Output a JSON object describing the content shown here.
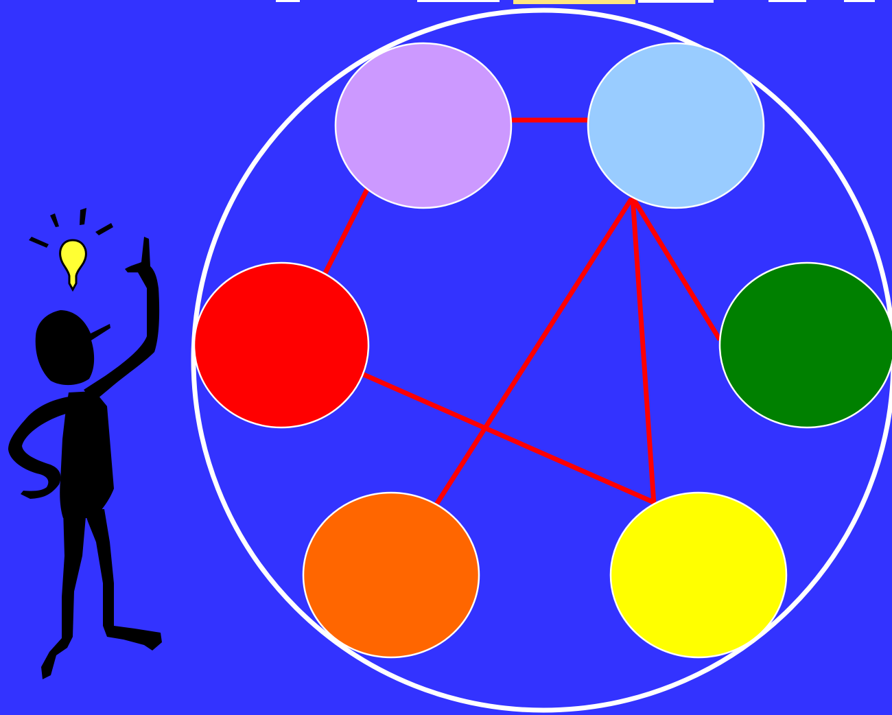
{
  "diagram": {
    "background_color": "#3333ff",
    "outer_ring_color": "#ffffff",
    "connector_color": "#ff0000",
    "nodes": [
      {
        "id": "lavender",
        "color": "#cc99ff"
      },
      {
        "id": "light-blue",
        "color": "#99ccff"
      },
      {
        "id": "red",
        "color": "#ff0000"
      },
      {
        "id": "green",
        "color": "#008000"
      },
      {
        "id": "orange",
        "color": "#ff6600"
      },
      {
        "id": "yellow",
        "color": "#ffff00"
      }
    ],
    "connections": [
      {
        "from": "lavender",
        "to": "light-blue"
      },
      {
        "from": "lavender",
        "to": "red"
      },
      {
        "from": "light-blue",
        "to": "green"
      },
      {
        "from": "light-blue",
        "to": "orange"
      },
      {
        "from": "light-blue",
        "to": "yellow"
      },
      {
        "from": "red",
        "to": "yellow"
      }
    ]
  },
  "figure": {
    "icon": "thinking-person-with-lightbulb-icon",
    "silhouette_color": "#000000",
    "bulb_color": "#ffff33"
  }
}
